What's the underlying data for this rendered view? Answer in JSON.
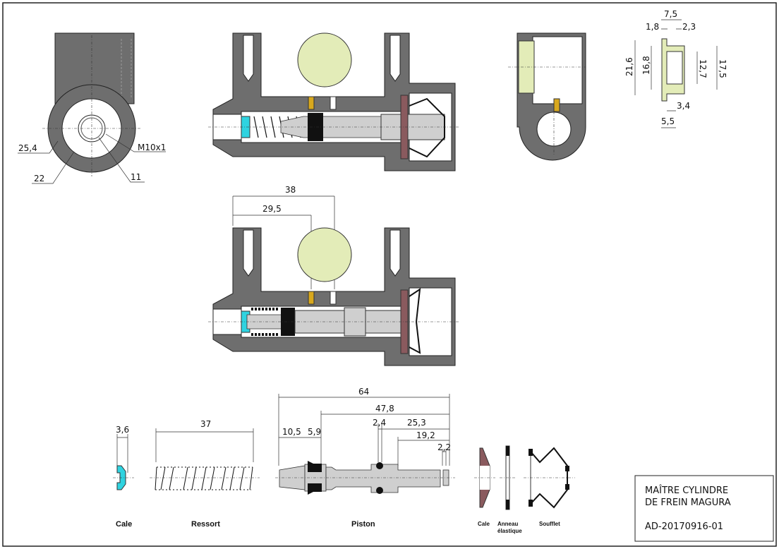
{
  "colors": {
    "body": "#6e6e6e",
    "piston": "#cfcfcf",
    "reservoir": "#e3ecb8",
    "cale_cyan": "#2fd3e0",
    "cale_brown": "#8a5a5e",
    "seal": "#111111",
    "brass": "#d8a81e"
  },
  "left_view": {
    "dims": [
      "25,4",
      "22",
      "11",
      "M10x1"
    ]
  },
  "top_right_view": {
    "dims": [
      "7,5",
      "1,8",
      "2,3",
      "21,6",
      "16,8",
      "12,7",
      "17,5",
      "3,4",
      "5,5"
    ]
  },
  "section_view": {
    "dims": [
      "38",
      "29,5"
    ]
  },
  "parts": {
    "cale": {
      "label": "Cale",
      "dim": "3,6"
    },
    "ressort": {
      "label": "Ressort",
      "dim": "37"
    },
    "piston": {
      "label": "Piston",
      "dims": [
        "64",
        "47,8",
        "10,5",
        "5,9",
        "2,4",
        "25,3",
        "19,2",
        "2,2"
      ]
    },
    "cale2": {
      "label": "Cale"
    },
    "anneau": {
      "label_line1": "Anneau",
      "label_line2": "élastique"
    },
    "soufflet": {
      "label": "Soufflet"
    }
  },
  "title_block": {
    "line1": "MAÎTRE CYLINDRE",
    "line2": "DE FREIN MAGURA",
    "ref": "AD-20170916-01"
  }
}
